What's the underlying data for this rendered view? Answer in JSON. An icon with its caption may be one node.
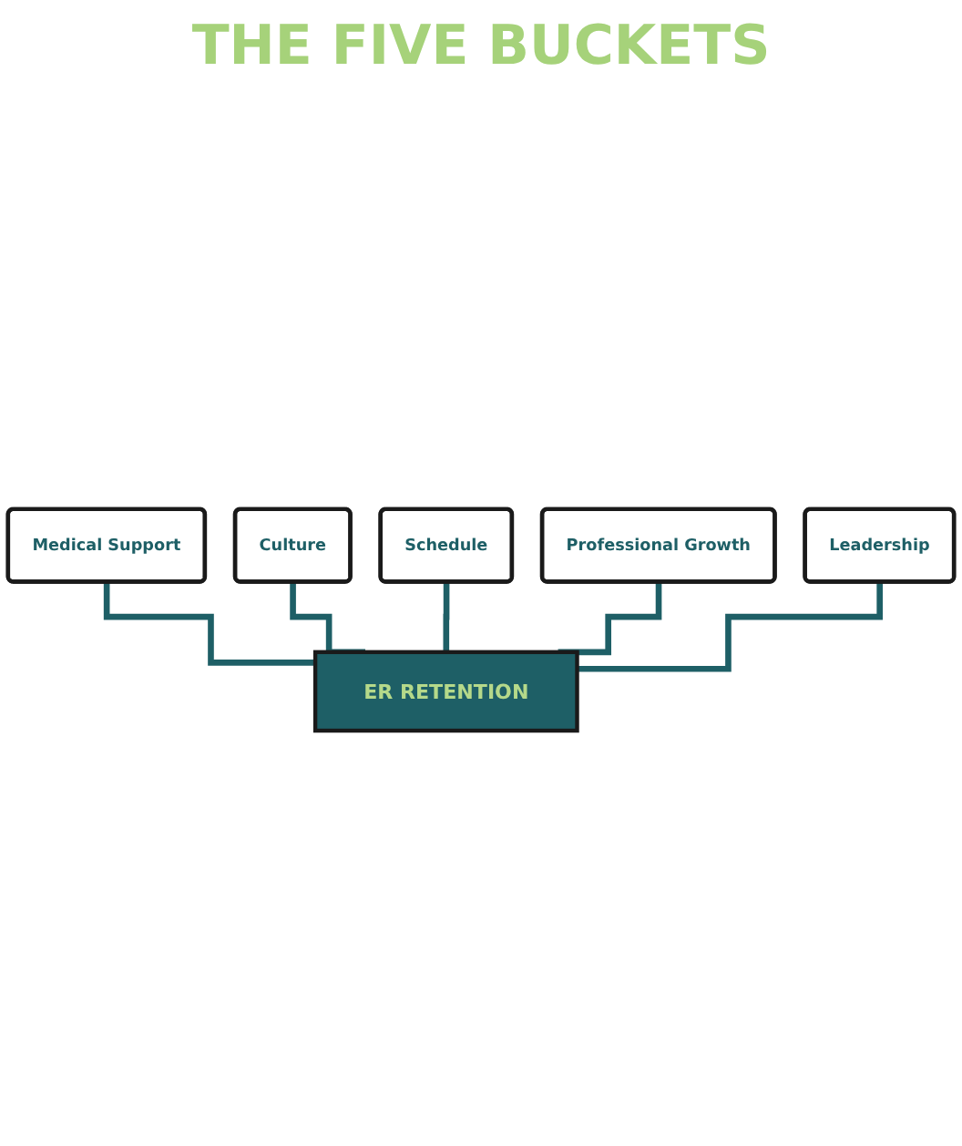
{
  "diagram": {
    "title": "THE FIVE BUCKETS",
    "nodes": [
      {
        "text": [
          "Medical Support"
        ]
      },
      {
        "text": [
          "Culture"
        ]
      },
      {
        "text": [
          "Schedule"
        ]
      },
      {
        "text": [
          "Professional Growth"
        ]
      },
      {
        "text": [
          "Leadership"
        ]
      },
      {
        "text": [
          "ER RETENTION"
        ]
      }
    ],
    "edges": [
      {
        "from": 0,
        "to": 5,
        "arrow": "none"
      },
      {
        "from": 1,
        "to": 5,
        "arrow": "none"
      },
      {
        "from": 2,
        "to": 5,
        "arrow": "none"
      },
      {
        "from": 3,
        "to": 5,
        "arrow": "none"
      },
      {
        "from": 4,
        "to": 5,
        "arrow": "none"
      }
    ]
  }
}
